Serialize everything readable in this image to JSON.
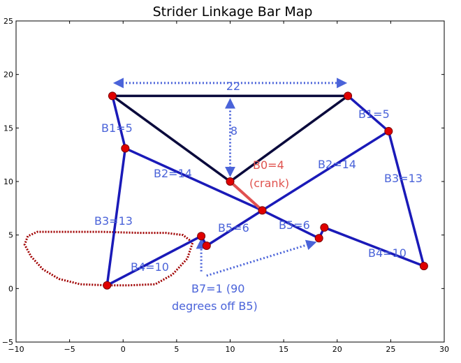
{
  "title": "Strider Linkage Bar Map",
  "axes": {
    "xlim": [
      -10,
      30
    ],
    "ylim": [
      -5,
      25
    ],
    "xticks": [
      "−10",
      "−5",
      "0",
      "5",
      "10",
      "15",
      "20",
      "25",
      "30"
    ],
    "yticks": [
      "−5",
      "0",
      "5",
      "10",
      "15",
      "20",
      "25"
    ]
  },
  "colors": {
    "frame": "#0a0a3c",
    "bar": "#1a1ab8",
    "crank": "#e05050",
    "joint": "#e00000",
    "dim": "#4a63d9",
    "path": "#a00000"
  },
  "labels": {
    "dim22": "22",
    "dim8": "8",
    "b1_left": "B1=5",
    "b1_right": "B1=5",
    "b2_left": "B2=14",
    "b2_right": "B2=14",
    "b3_left": "B3=13",
    "b3_right": "B3=13",
    "b4_left": "B4=10",
    "b4_right": "B4=10",
    "b5_left": "B5=6",
    "b5_right": "B5=6",
    "b0": "B0=4",
    "crank": "(crank)",
    "b7_line1": "B7=1 (90",
    "b7_line2": "degrees off B5)"
  },
  "chart_data": {
    "type": "diagram",
    "joints": {
      "LT": [
        -1,
        18
      ],
      "RT": [
        21,
        18
      ],
      "C": [
        10,
        10
      ],
      "CR": [
        13,
        7.3
      ],
      "L1": [
        0.2,
        13.1
      ],
      "R1": [
        24.8,
        14.7
      ],
      "LF": [
        -1.5,
        0.3
      ],
      "RF": [
        28.1,
        2.1
      ],
      "LK1": [
        7.3,
        4.9
      ],
      "LK2": [
        7.8,
        4.0
      ],
      "RK1": [
        18.3,
        4.7
      ],
      "RK2": [
        18.8,
        5.7
      ]
    },
    "frame": [
      [
        "LT",
        "RT"
      ],
      [
        "LT",
        "C"
      ],
      [
        "C",
        "RT"
      ]
    ],
    "crank": [
      "C",
      "CR"
    ],
    "bars": [
      [
        "LT",
        "L1"
      ],
      [
        "L1",
        "LF"
      ],
      [
        "LF",
        "LK1"
      ],
      [
        "LK1",
        "LK2"
      ],
      [
        "LK2",
        "CR"
      ],
      [
        "L1",
        "CR"
      ],
      [
        "RT",
        "R1"
      ],
      [
        "R1",
        "RF"
      ],
      [
        "RF",
        "RK2"
      ],
      [
        "RK2",
        "RK1"
      ],
      [
        "RK1",
        "CR"
      ],
      [
        "R1",
        "CR"
      ]
    ],
    "foot_path": [
      [
        -1.5,
        0.3
      ],
      [
        -4,
        0.4
      ],
      [
        -6,
        0.9
      ],
      [
        -7.5,
        1.8
      ],
      [
        -8.6,
        3.0
      ],
      [
        -9.2,
        4.1
      ],
      [
        -8.9,
        4.9
      ],
      [
        -8.0,
        5.3
      ],
      [
        -5.5,
        5.3
      ],
      [
        -2.0,
        5.3
      ],
      [
        1.5,
        5.2
      ],
      [
        4.0,
        5.2
      ],
      [
        5.6,
        5.0
      ],
      [
        6.5,
        4.3
      ],
      [
        6.0,
        2.8
      ],
      [
        4.6,
        1.3
      ],
      [
        3.0,
        0.4
      ],
      [
        0.5,
        0.3
      ],
      [
        -1.5,
        0.3
      ]
    ]
  }
}
